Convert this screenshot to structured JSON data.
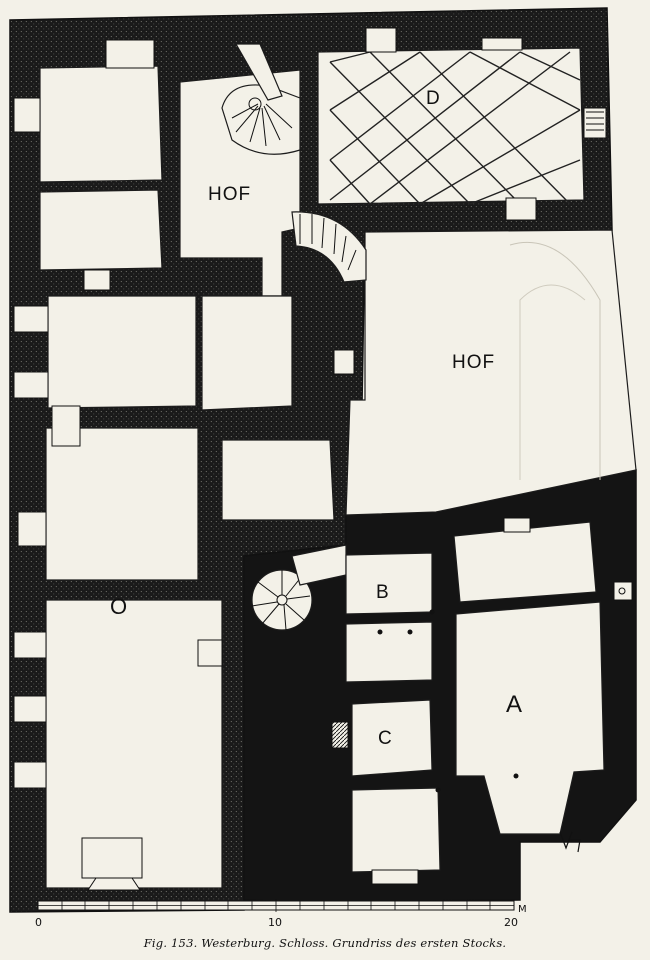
{
  "labels": {
    "hof_upper": "HOF",
    "hof_lower": "HOF",
    "room_d": "D",
    "room_b": "B",
    "room_a": "A",
    "room_c": "C",
    "room_o": "O"
  },
  "scale": {
    "tick_0": "0",
    "tick_10": "10",
    "tick_20": "20",
    "unit": "M"
  },
  "caption": "Fig. 153.  Westerburg.  Schloss.  Grundriss des ersten Stocks.",
  "colors": {
    "paper": "#f3f1e8",
    "wall_dark": "#161616",
    "ink": "#111111"
  }
}
